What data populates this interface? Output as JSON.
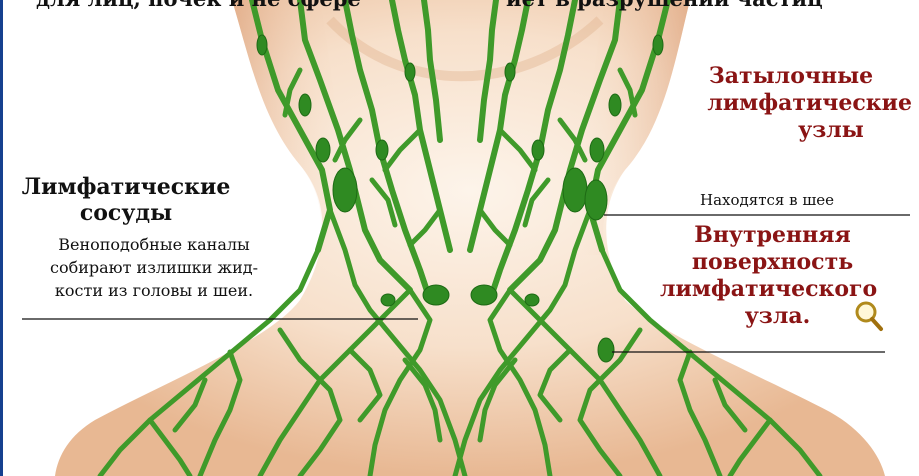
{
  "top_caption": {
    "left_fragment": "для лиц, почек и не сфере",
    "right_fragment": "иет в разрушении частиц"
  },
  "left_callout": {
    "title_line1": "Лимфатические",
    "title_line2": "сосуды",
    "desc_line1": "Веноподобные каналы",
    "desc_line2": "собирают излишки жид-",
    "desc_line3": "кости из головы и шеи."
  },
  "occipital_callout": {
    "line1": "Затылочные",
    "line2": "лимфатические",
    "line3": "узлы"
  },
  "neck_callout": {
    "label": "Находятся в шее"
  },
  "inner_surface_callout": {
    "line1": "Внутренняя",
    "line2": "поверхность",
    "line3": "лимфатического",
    "line4": "узла."
  },
  "colors": {
    "skin_light": "#fbeee2",
    "skin_mid": "#efc9a9",
    "skin_shadow": "#dca07e",
    "lymph_green": "#3f9a2a",
    "lymph_dark": "#1d6a14",
    "label_red": "#8a1414",
    "frame_blue": "#16408f"
  },
  "icons": {
    "magnifier": "magnifier-icon"
  }
}
